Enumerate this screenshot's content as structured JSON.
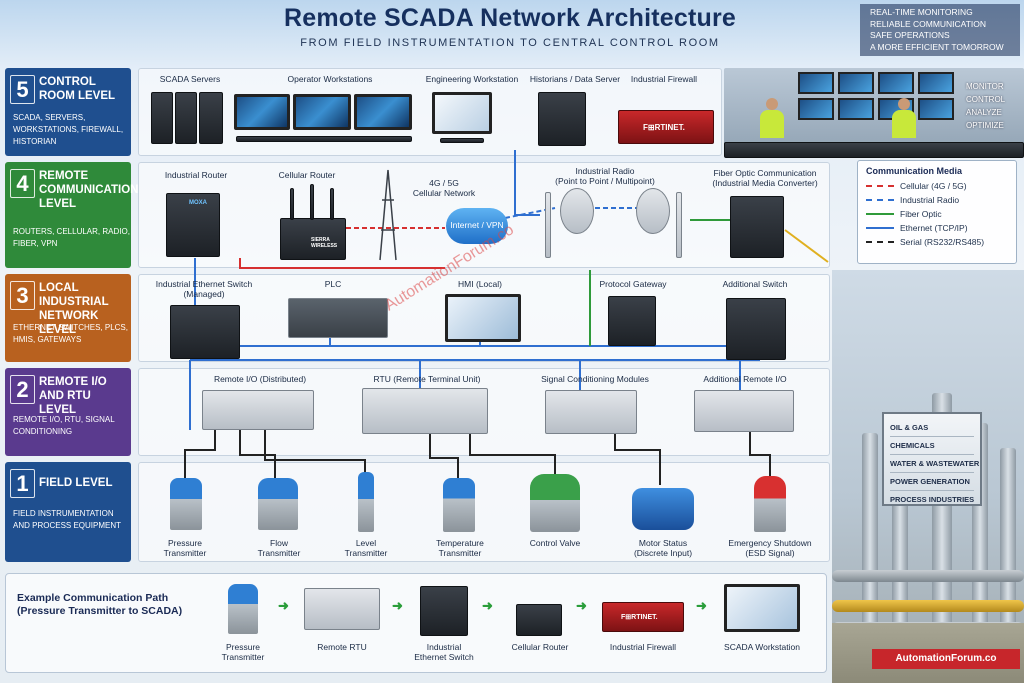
{
  "title": "Remote SCADA Network Architecture",
  "subtitle": "FROM FIELD INSTRUMENTATION TO CENTRAL CONTROL ROOM",
  "tagline": [
    "REAL-TIME MONITORING",
    "RELIABLE COMMUNICATION",
    "SAFE OPERATIONS",
    "A MORE EFFICIENT TOMORROW"
  ],
  "control_room_words": [
    "MONITOR",
    "CONTROL",
    "ANALYZE",
    "OPTIMIZE"
  ],
  "levels": [
    {
      "num": "5",
      "name": "CONTROL ROOM LEVEL",
      "desc": "SCADA, SERVERS, WORKSTATIONS, FIREWALL, HISTORIAN",
      "color": "#1f4f8f"
    },
    {
      "num": "4",
      "name": "REMOTE COMMUNICATION LEVEL",
      "desc": "ROUTERS, CELLULAR, RADIO, FIBER, VPN",
      "color": "#2f8a3a"
    },
    {
      "num": "3",
      "name": "LOCAL INDUSTRIAL NETWORK LEVEL",
      "desc": "ETHERNET SWITCHES, PLCS, HMIS, GATEWAYS",
      "color": "#b8611f"
    },
    {
      "num": "2",
      "name": "REMOTE I/O AND RTU LEVEL",
      "desc": "REMOTE I/O, RTU, SIGNAL CONDITIONING",
      "color": "#5a3a8e"
    },
    {
      "num": "1",
      "name": "FIELD LEVEL",
      "desc": "FIELD INSTRUMENTATION AND PROCESS EQUIPMENT",
      "color": "#1f4f8f"
    }
  ],
  "level5": {
    "scada_servers": "SCADA Servers",
    "operator_workstations": "Operator Workstations",
    "engineering_workstation": "Engineering Workstation",
    "historians": "Historians / Data Server",
    "firewall": "Industrial Firewall",
    "firewall_brand": "F⊞RTINET."
  },
  "level4": {
    "industrial_router": "Industrial Router",
    "cellular_router": "Cellular Router",
    "cellular_network": "4G / 5G\nCellular Network",
    "cellular_network_l1": "4G / 5G",
    "cellular_network_l2": "Cellular Network",
    "internet_vpn": "Internet / VPN",
    "industrial_radio_l1": "Industrial Radio",
    "industrial_radio_l2": "(Point to Point / Multipoint)",
    "fiber_l1": "Fiber Optic Communication",
    "fiber_l2": "(Industrial Media Converter)",
    "router_brand": "MOXA",
    "sierra_brand": "SIERRA WIRELESS"
  },
  "level3": {
    "switch_l1": "Industrial Ethernet Switch",
    "switch_l2": "(Managed)",
    "plc": "PLC",
    "hmi": "HMI (Local)",
    "gateway": "Protocol Gateway",
    "additional_switch": "Additional Switch"
  },
  "level2": {
    "remote_io": "Remote I/O (Distributed)",
    "rtu": "RTU (Remote Terminal Unit)",
    "signal": "Signal Conditioning Modules",
    "additional_io": "Additional Remote I/O"
  },
  "level1": [
    {
      "l1": "Pressure",
      "l2": "Transmitter"
    },
    {
      "l1": "Flow",
      "l2": "Transmitter"
    },
    {
      "l1": "Level",
      "l2": "Transmitter"
    },
    {
      "l1": "Temperature",
      "l2": "Transmitter"
    },
    {
      "l1": "Control Valve",
      "l2": ""
    },
    {
      "l1": "Motor Status",
      "l2": "(Discrete Input)"
    },
    {
      "l1": "Emergency Shutdown",
      "l2": "(ESD Signal)"
    }
  ],
  "legend": {
    "title": "Communication Media",
    "items": [
      {
        "label": "Cellular (4G / 5G)",
        "color": "#d63030",
        "style": "dashed"
      },
      {
        "label": "Industrial Radio",
        "color": "#2f6fd0",
        "style": "dashed"
      },
      {
        "label": "Fiber Optic",
        "color": "#2f9a3a",
        "style": "solid"
      },
      {
        "label": "Ethernet (TCP/IP)",
        "color": "#2f6fd0",
        "style": "solid"
      },
      {
        "label": "Serial (RS232/RS485)",
        "color": "#222222",
        "style": "dashed"
      }
    ]
  },
  "industries": [
    "OIL & GAS",
    "CHEMICALS",
    "WATER & WASTEWATER",
    "POWER GENERATION",
    "PROCESS INDUSTRIES"
  ],
  "example_path": {
    "title_l1": "Example Communication Path",
    "title_l2": "(Pressure Transmitter to SCADA)",
    "steps": [
      {
        "l1": "Pressure",
        "l2": "Transmitter"
      },
      {
        "l1": "Remote RTU",
        "l2": ""
      },
      {
        "l1": "Industrial",
        "l2": "Ethernet Switch"
      },
      {
        "l1": "Cellular Router",
        "l2": ""
      },
      {
        "l1": "Industrial Firewall",
        "l2": ""
      },
      {
        "l1": "SCADA Workstation",
        "l2": ""
      }
    ]
  },
  "watermark": "AutomationForum.co",
  "footer_brand": "AutomationForum.co"
}
